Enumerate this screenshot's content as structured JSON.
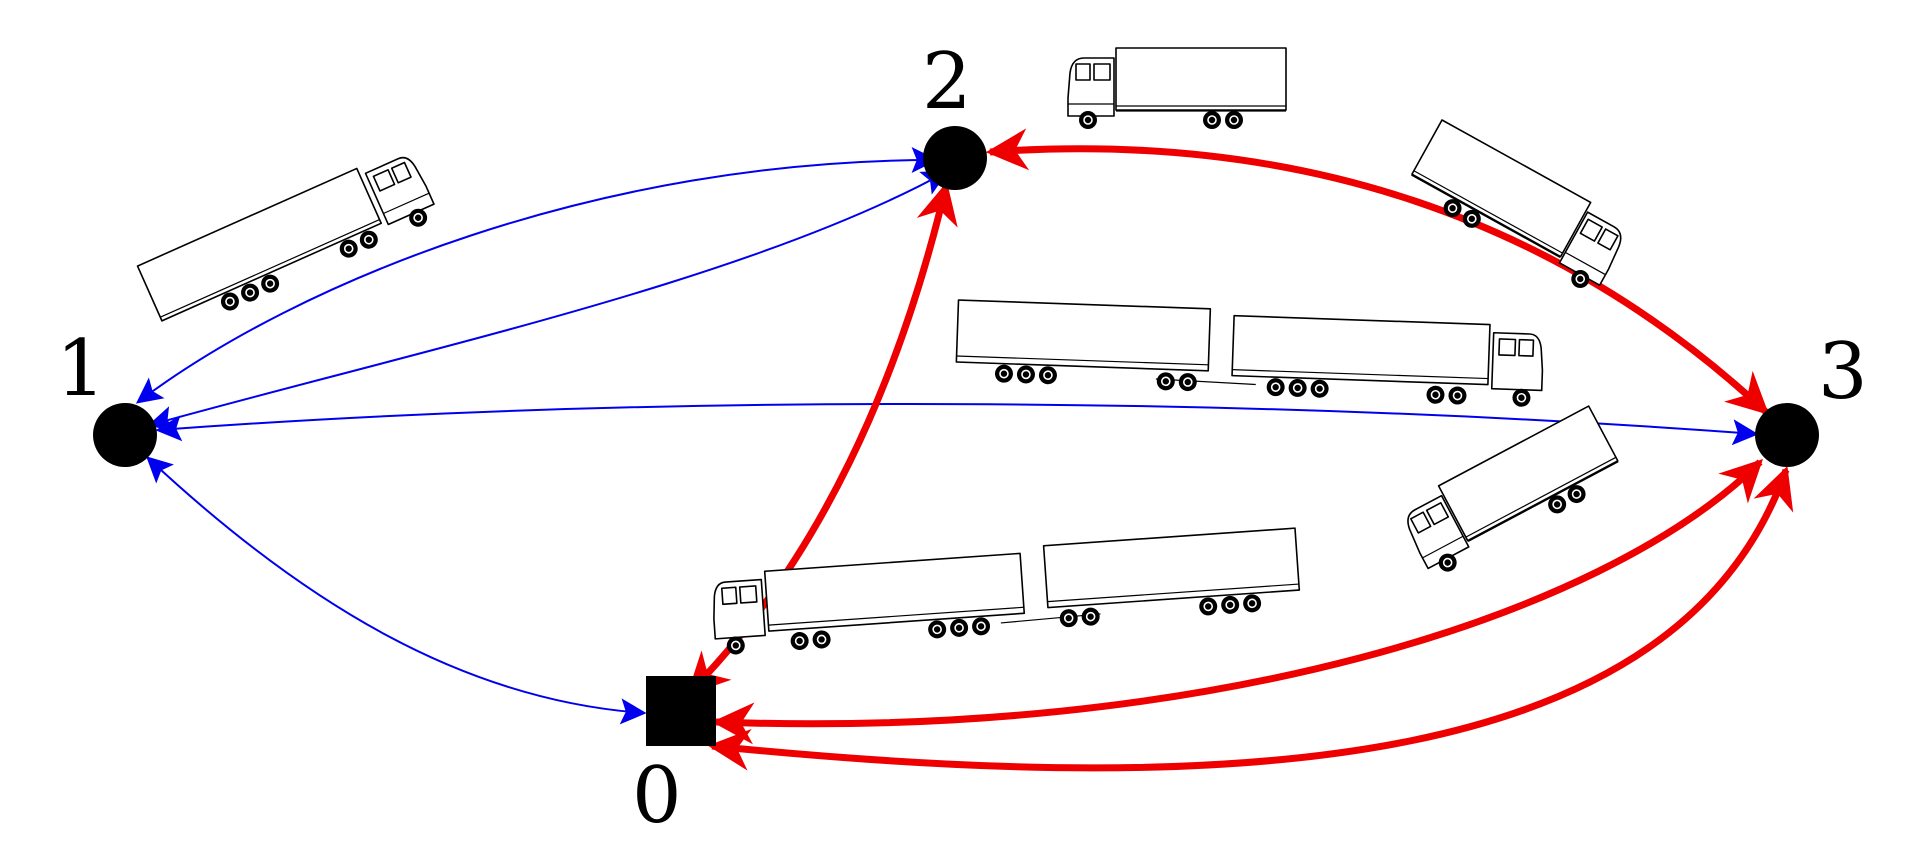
{
  "diagram": {
    "nodes": [
      {
        "id": "0",
        "label": "0",
        "shape": "square"
      },
      {
        "id": "1",
        "label": "1",
        "shape": "circle"
      },
      {
        "id": "2",
        "label": "2",
        "shape": "circle"
      },
      {
        "id": "3",
        "label": "3",
        "shape": "circle"
      }
    ],
    "edges": [
      {
        "from": "1",
        "to": "2",
        "color": "#0000ee",
        "style": "thin",
        "arrows": "both"
      },
      {
        "from": "2",
        "to": "1",
        "color": "#0000ee",
        "style": "thin",
        "arrows": "both"
      },
      {
        "from": "1",
        "to": "3",
        "color": "#0000ee",
        "style": "thin",
        "arrows": "both"
      },
      {
        "from": "1",
        "to": "0",
        "color": "#0000ee",
        "style": "thin",
        "arrows": "both"
      },
      {
        "from": "2",
        "to": "3",
        "color": "#ee0000",
        "style": "thick",
        "arrows": "both"
      },
      {
        "from": "2",
        "to": "0",
        "color": "#ee0000",
        "style": "thick",
        "arrows": "both"
      },
      {
        "from": "0",
        "to": "3",
        "color": "#ee0000",
        "style": "thick",
        "arrows": "both"
      },
      {
        "from": "3",
        "to": "0",
        "color": "#ee0000",
        "style": "thick",
        "arrows": "both"
      }
    ],
    "vehicles": [
      {
        "kind": "rigid-truck",
        "icon": "truck-icon"
      },
      {
        "kind": "rigid-truck",
        "icon": "truck-icon"
      },
      {
        "kind": "semi-trailer",
        "icon": "truck-icon"
      },
      {
        "kind": "road-train",
        "icon": "truck-icon"
      },
      {
        "kind": "road-train",
        "icon": "truck-icon"
      },
      {
        "kind": "rigid-truck",
        "icon": "truck-icon"
      }
    ]
  },
  "colors": {
    "thin_edge": "#0000ee",
    "thick_edge": "#ee0000",
    "node": "#000000"
  }
}
